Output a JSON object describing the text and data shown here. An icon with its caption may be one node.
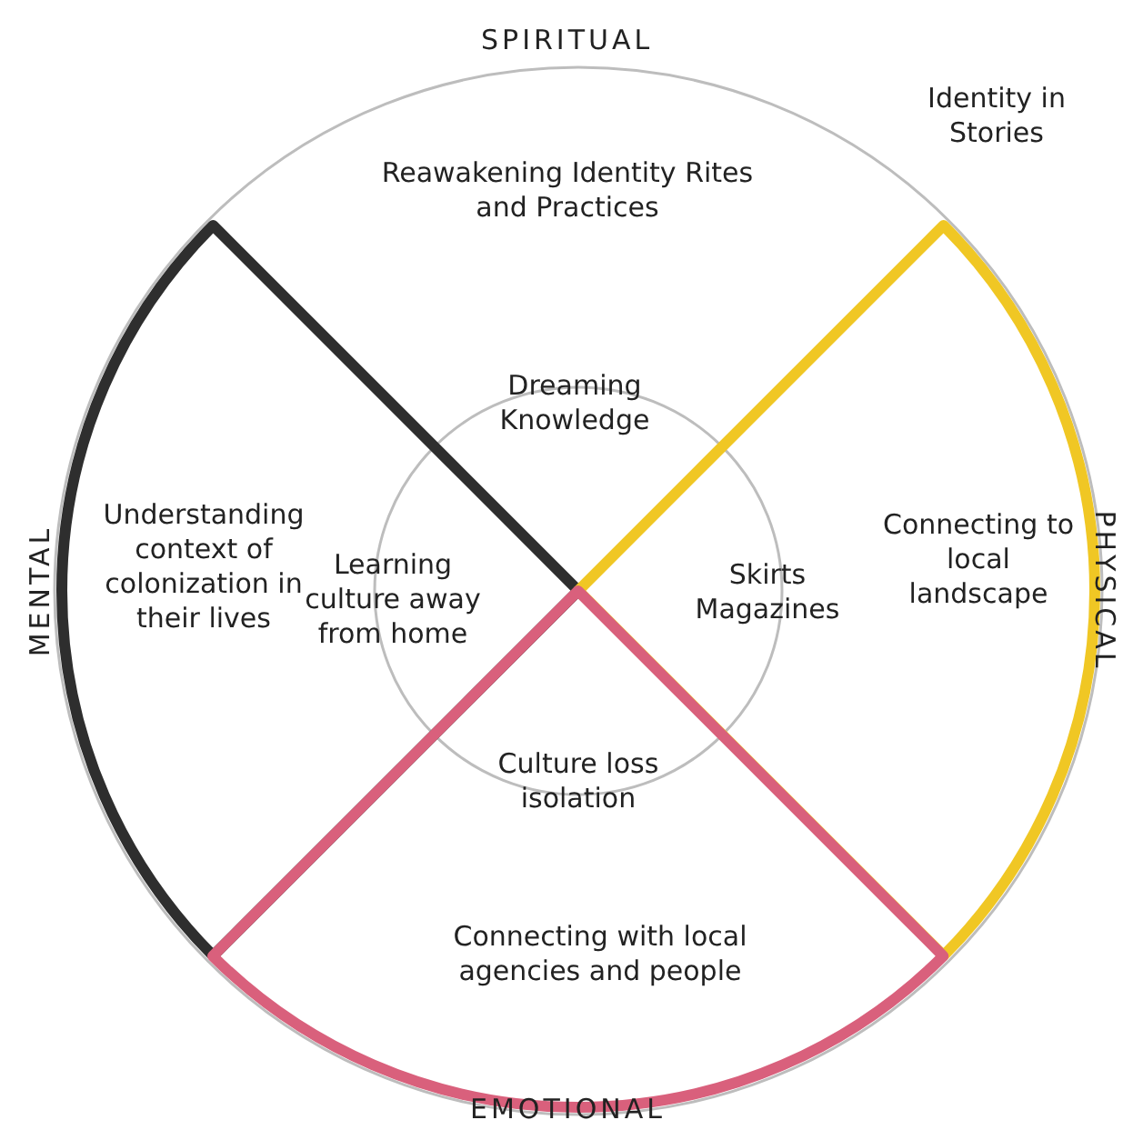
{
  "diagram": {
    "nodes": [
      {
        "text": [
          "Reawakening Identity Rites and Practices",
          "Dreaming Knowledge"
        ]
      },
      {
        "text": [
          "Understanding context of colonization in their lives",
          "Learning culture away from home"
        ]
      },
      {
        "text": [
          "Skirts Magazines",
          "Connecting to local landscape"
        ]
      },
      {
        "text": [
          "Culture loss isolation",
          "Connecting with local agencies and people"
        ]
      }
    ],
    "labels": [
      "SPIRITUAL",
      "Identity in Stories",
      "MENTAL",
      "PHYSICAL",
      "EMOTIONAL"
    ]
  }
}
